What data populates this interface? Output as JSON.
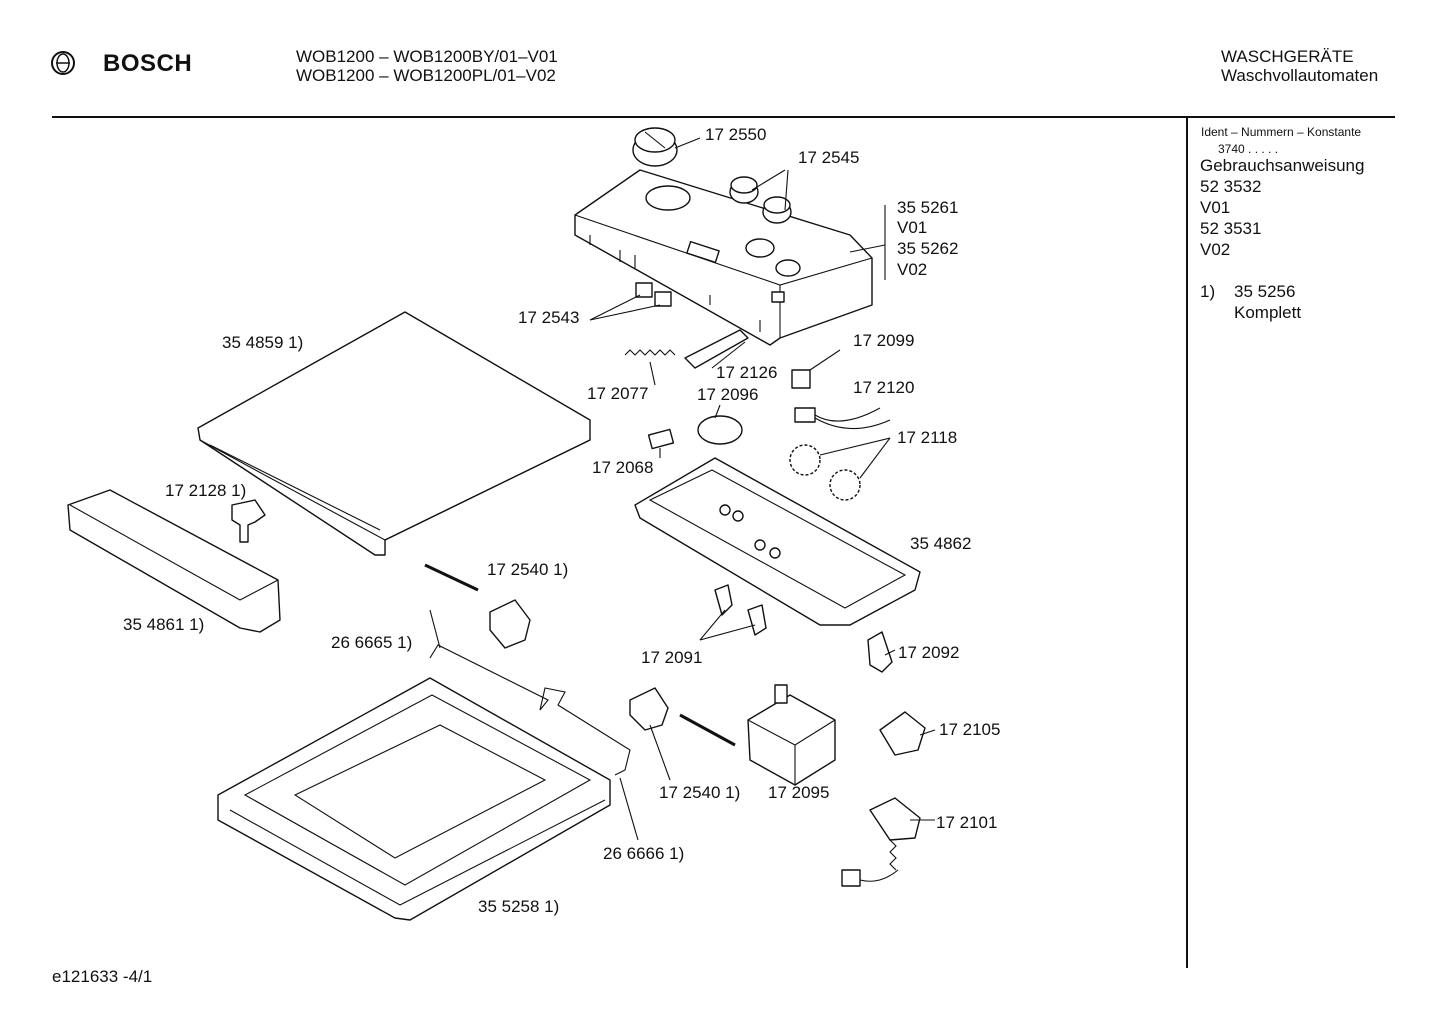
{
  "header": {
    "brand": "BOSCH",
    "model_line1": "WOB1200 – WOB1200BY/01–V01",
    "model_line2": "WOB1200 – WOB1200PL/01–V02",
    "category_line1": "WASCHGERÄTE",
    "category_line2": "Waschvollautomaten"
  },
  "sidebar": {
    "ident_title": "Ident – Nummern – Konstante",
    "ident_value": "3740  .  .  .  .  .",
    "doc_label": "Gebrauchsanweisung",
    "doc1_number": "52 3532",
    "doc1_variant": "V01",
    "doc2_number": "52 3531",
    "doc2_variant": "V02",
    "footnote_marker": "1)",
    "footnote_number": "35 5256",
    "footnote_text": "Komplett"
  },
  "parts": {
    "p172550": "17 2550",
    "p172545": "17 2545",
    "p355261": "35 5261",
    "v01": "V01",
    "p355262": "35 5262",
    "v02": "V02",
    "p172543": "17 2543",
    "p354859": "35 4859 1)",
    "p172099": "17 2099",
    "p172126": "17 2126",
    "p172077": "17 2077",
    "p172096": "17 2096",
    "p172120": "17 2120",
    "p172118": "17 2118",
    "p172068": "17 2068",
    "p172128": "17 2128 1)",
    "p354862": "35 4862",
    "p172540a": "17 2540 1)",
    "p354861": "35 4861 1)",
    "p266665": "26 6665 1)",
    "p172091": "17 2091",
    "p172092": "17 2092",
    "p172105": "17 2105",
    "p172540b": "17 2540 1)",
    "p172095": "17 2095",
    "p172101": "17 2101",
    "p266666": "26 6666 1)",
    "p355258": "35 5258 1)"
  },
  "footer": {
    "drawing_id": "e121633  -4/1"
  }
}
